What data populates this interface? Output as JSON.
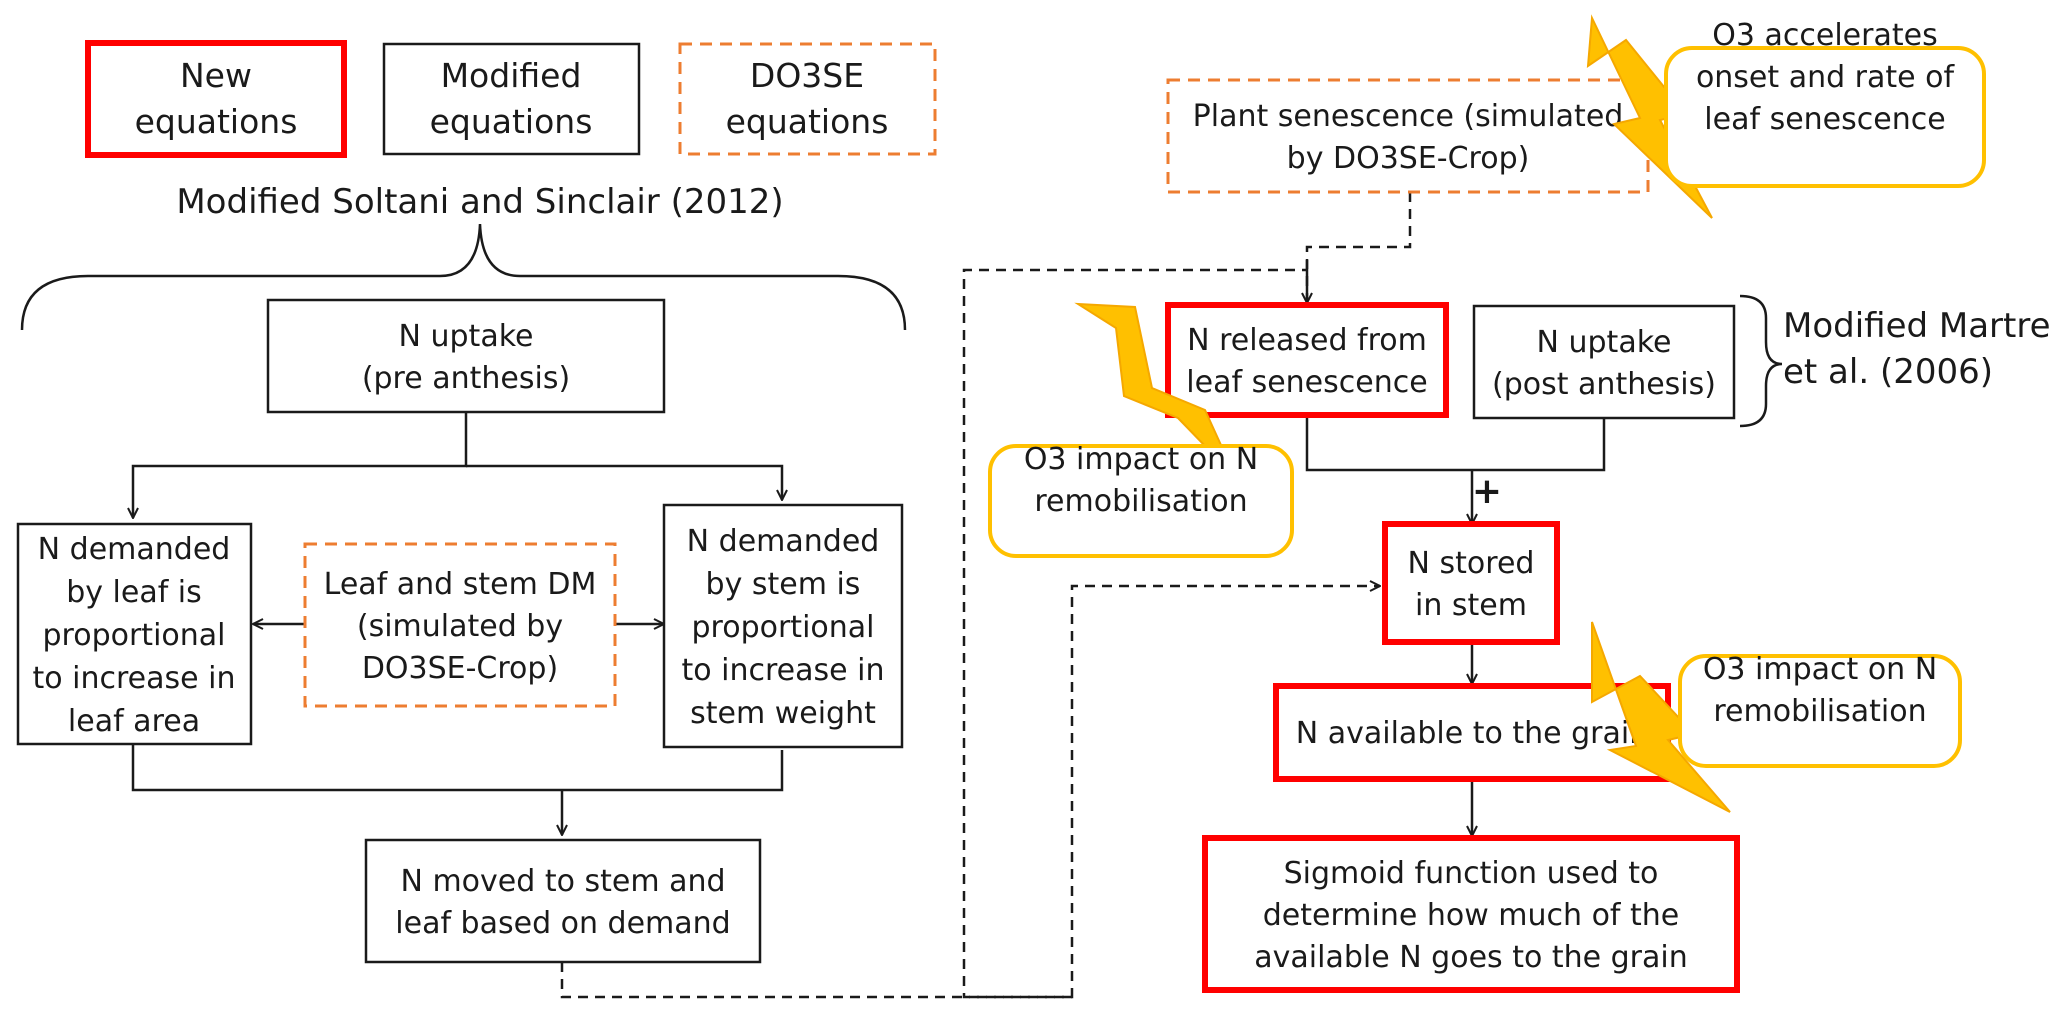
{
  "colors": {
    "new": "#ff0000",
    "modified": "#1a1a1a",
    "do3se": "#ed7d31",
    "o3": "#ffc000",
    "lightning": "#ffc000",
    "lightning_stroke": "#f5a800"
  },
  "legend": {
    "new": [
      "New",
      "equations"
    ],
    "modified": [
      "Modified",
      "equations"
    ],
    "do3se": [
      "DO3SE",
      "equations"
    ]
  },
  "labels": {
    "soltani": "Modified Soltani and Sinclair (2012)",
    "martre": [
      "Modified Martre",
      "et al. (2006)"
    ],
    "plus": "+"
  },
  "boxes": {
    "n_uptake_pre": [
      "N uptake",
      "(pre anthesis)"
    ],
    "n_demand_leaf": [
      "N demanded",
      "by leaf is",
      "proportional",
      "to increase in",
      "leaf area"
    ],
    "leaf_stem_dm": [
      "Leaf and stem DM",
      "(simulated by",
      "DO3SE-Crop)"
    ],
    "n_demand_stem": [
      "N demanded",
      "by stem is",
      "proportional",
      "to increase in",
      "stem weight"
    ],
    "n_moved": [
      "N moved to stem and",
      "leaf based on demand"
    ],
    "plant_senescence": [
      "Plant senescence (simulated",
      "by DO3SE-Crop)"
    ],
    "n_released": [
      "N released from",
      "leaf senescence"
    ],
    "n_uptake_post": [
      "N uptake",
      "(post anthesis)"
    ],
    "n_stored": [
      "N stored",
      "in stem"
    ],
    "n_available": [
      "N available to the grain"
    ],
    "sigmoid": [
      "Sigmoid function used to",
      "determine how much of the",
      "available N goes to the grain"
    ]
  },
  "o3_notes": {
    "senescence": [
      "O3 accelerates",
      "onset and rate of",
      "leaf senescence"
    ],
    "remob_left": [
      "O3 impact on N",
      "remobilisation"
    ],
    "remob_right": [
      "O3 impact on N",
      "remobilisation"
    ]
  }
}
